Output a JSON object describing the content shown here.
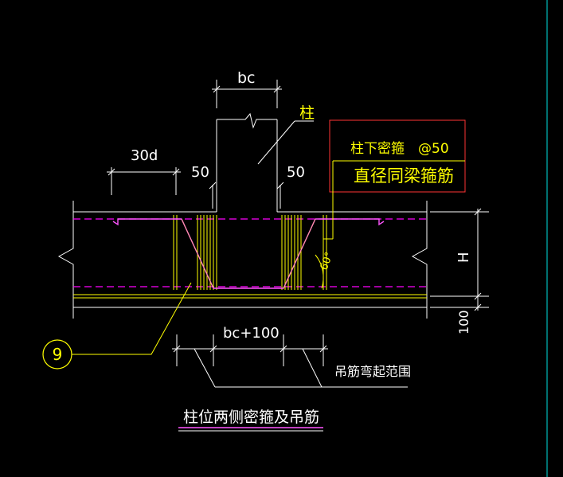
{
  "drawing": {
    "title": "柱位两侧密箍及吊筋",
    "labels": {
      "bc": "bc",
      "column": "柱",
      "dim_30d": "30d",
      "dim_50_left": "50",
      "dim_50_right": "50",
      "dense_stirrup": "柱下密箍　@50",
      "same_diameter": "直径同梁箍筋",
      "angle": "60°",
      "height": "H",
      "dim_100": "100",
      "bc_plus_100": "bc+100",
      "hanger_range": "吊筋弯起范围",
      "callout_number": "9"
    }
  },
  "colors": {
    "background": "#000000",
    "structure": "#ffffff",
    "rebar": "#ffff00",
    "main_bar_dashed": "#ff00ff",
    "note_box": "#ff3333",
    "right_edge_line": "#00e0e0"
  }
}
